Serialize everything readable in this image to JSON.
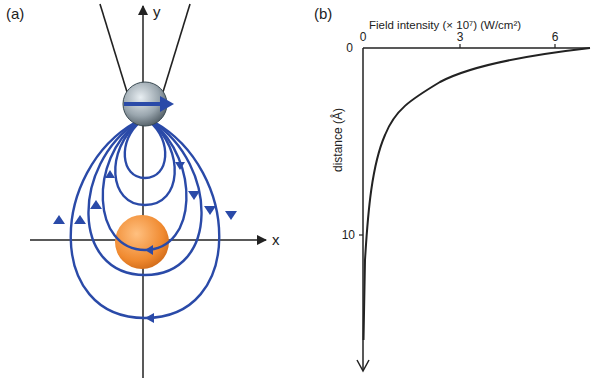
{
  "diagram": {
    "labels": [
      "(a)",
      "y",
      "x",
      "(b)",
      "Field intensity (× 10⁷) (W/cm²)",
      "0",
      "3",
      "6",
      "0",
      "10",
      "distance (Å)"
    ]
  }
}
